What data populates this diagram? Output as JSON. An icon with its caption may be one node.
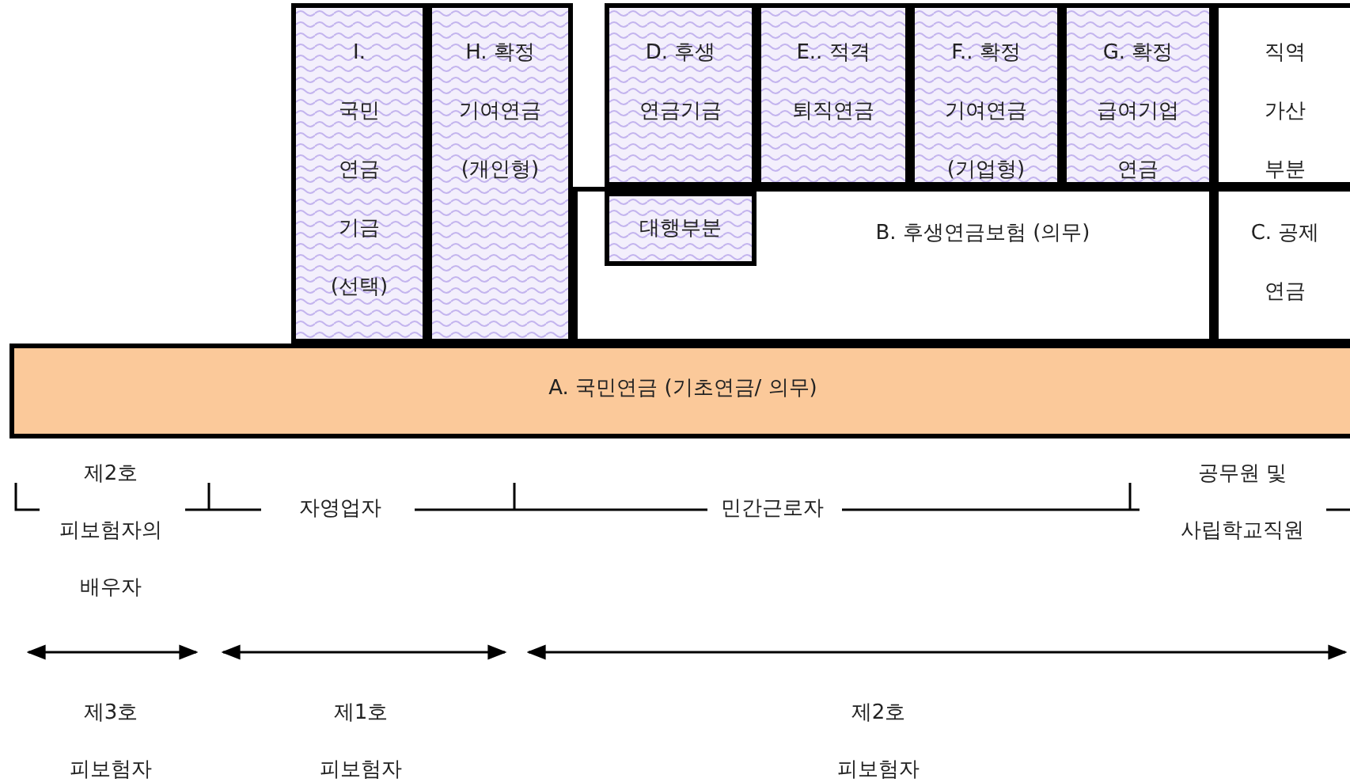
{
  "diagram": {
    "nodes": [
      {
        "text": [
          "I. 국민 연금 기금 (선택)"
        ]
      },
      {
        "text": [
          "H. 확정 기여연금 (개인형)"
        ]
      },
      {
        "text": [
          "D. 후생 연금기금"
        ]
      },
      {
        "text": [
          "E.. 적격 퇴직연금"
        ]
      },
      {
        "text": [
          "F.. 확정 기여연금 (기업형)"
        ]
      },
      {
        "text": [
          "G. 확정 급여기업 연금"
        ]
      },
      {
        "text": [
          "직역 가산 부분"
        ]
      },
      {
        "text": [
          "B. 후생연금보험 (의무)"
        ]
      },
      {
        "text": [
          "대행부분"
        ],
        "in": 7
      },
      {
        "text": [
          "C. 공제 연금"
        ]
      },
      {
        "text": [
          "A. 국민연금 (기초연금/ 의무)"
        ]
      }
    ],
    "labels": [
      "제2호 피보험자의 배우자",
      "자영업자",
      "민간근로자",
      "공무원 및 사립학교직원",
      "제3호 피보험자",
      "제1호 피보험자",
      "제2호 피보험자"
    ]
  }
}
